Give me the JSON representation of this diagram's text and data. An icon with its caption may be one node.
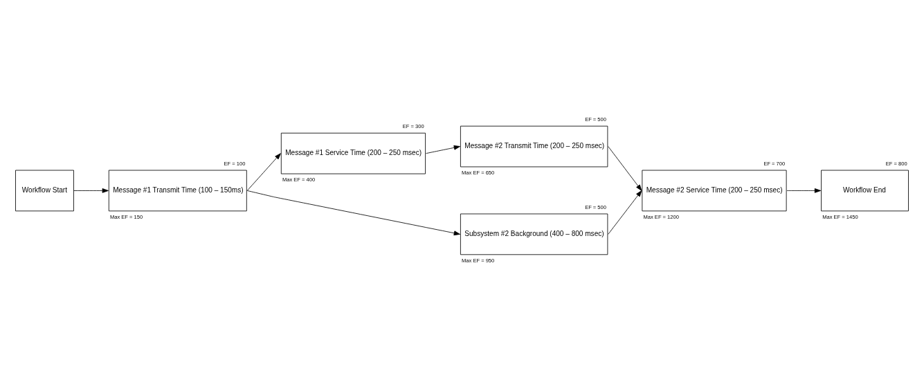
{
  "diagram": {
    "nodes": [
      {
        "text": [
          "Workflow Start"
        ]
      },
      {
        "text": [
          "Message #1 Transmit Time (100 – 150ms)"
        ],
        "beside": [
          "EF = 100",
          "Max EF = 150"
        ]
      },
      {
        "text": [
          "Message #1 Service Time (200 – 250 msec)"
        ],
        "beside": [
          "EF = 300",
          "Max EF = 400"
        ]
      },
      {
        "text": [
          "Message #2 Transmit Time (200 – 250 msec)"
        ],
        "beside": [
          "EF = 500",
          "Max EF = 650"
        ]
      },
      {
        "text": [
          "Subsystem #2 Background (400 – 800 msec)"
        ],
        "beside": [
          "EF = 500",
          "Max EF = 950"
        ]
      },
      {
        "text": [
          "Message #2 Service Time (200 – 250 msec)"
        ],
        "beside": [
          "EF = 700",
          "Max EF = 1200"
        ]
      },
      {
        "text": [
          "Workflow End"
        ],
        "beside": [
          "EF = 800",
          "Max EF = 1450"
        ]
      }
    ],
    "edges": [
      {
        "from": 0,
        "to": 1,
        "arrow": "to"
      },
      {
        "from": 1,
        "to": 2,
        "arrow": "to"
      },
      {
        "from": 1,
        "to": 4,
        "arrow": "to"
      },
      {
        "from": 2,
        "to": 3,
        "arrow": "to"
      },
      {
        "from": 3,
        "to": 5,
        "arrow": "to"
      },
      {
        "from": 4,
        "to": 5,
        "arrow": "to"
      },
      {
        "from": 5,
        "to": 6,
        "arrow": "to"
      }
    ]
  }
}
